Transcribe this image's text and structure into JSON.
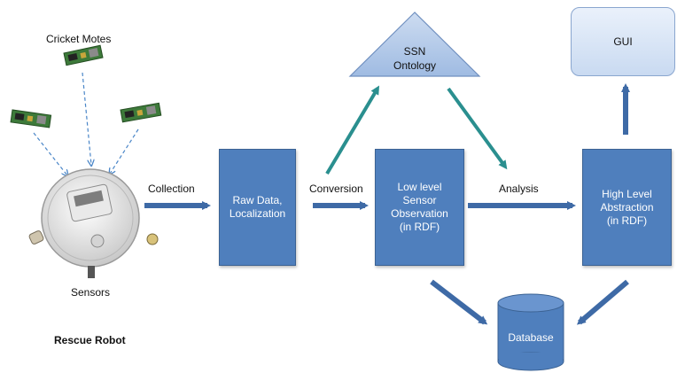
{
  "labels": {
    "cricket_motes": "Cricket Motes",
    "sensors": "Sensors",
    "rescue_robot": "Rescue Robot",
    "collection": "Collection",
    "conversion": "Conversion",
    "analysis": "Analysis"
  },
  "nodes": {
    "raw_data": "Raw Data,\nLocalization",
    "low_level": "Low level\nSensor\nObservation\n(in RDF)",
    "high_level": "High Level\nAbstraction\n(in RDF)",
    "ssn": "SSN\nOntology",
    "gui": "GUI",
    "database": "Database"
  },
  "colors": {
    "box_fill": "#4f7fbd",
    "arrow_blue": "#3e6aa6",
    "arrow_teal": "#2a8f8f",
    "ontology_fill": "#a9c3e6",
    "mote_board": "#3d7a3a"
  },
  "icons": [
    "cricket-mote-icon",
    "rescue-robot-icon",
    "sensor-icon",
    "database-icon"
  ]
}
